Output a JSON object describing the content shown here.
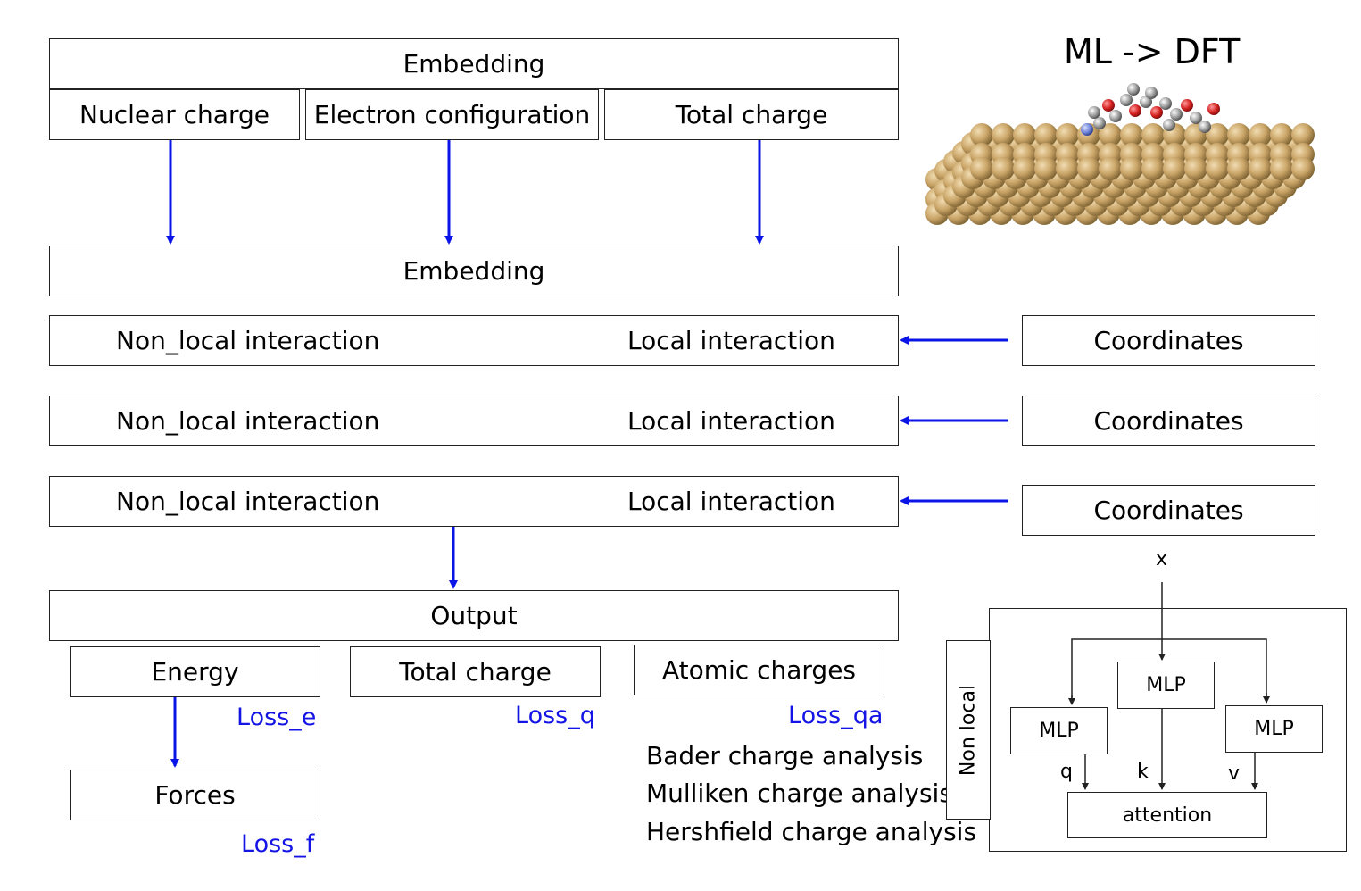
{
  "header": {
    "title": "ML -> DFT"
  },
  "top_embedding": {
    "label": "Embedding"
  },
  "inputs": [
    {
      "label": "Nuclear charge"
    },
    {
      "label": "Electron configuration"
    },
    {
      "label": "Total charge"
    }
  ],
  "embedding": {
    "label": "Embedding"
  },
  "interaction_layers": [
    {
      "non_local": "Non_local interaction",
      "local": "Local interaction",
      "coordinates": "Coordinates"
    },
    {
      "non_local": "Non_local interaction",
      "local": "Local interaction",
      "coordinates": "Coordinates"
    },
    {
      "non_local": "Non_local interaction",
      "local": "Local interaction",
      "coordinates": "Coordinates"
    }
  ],
  "output": {
    "label": "Output"
  },
  "outputs": [
    {
      "label": "Energy",
      "loss": "Loss_e"
    },
    {
      "label": "Total charge",
      "loss": "Loss_q"
    },
    {
      "label": "Atomic charges",
      "loss": "Loss_qa"
    }
  ],
  "forces": {
    "label": "Forces",
    "loss": "Loss_f"
  },
  "charge_methods": [
    "Bader charge analysis",
    "Mulliken charge analysis",
    "Hershfield charge analysis"
  ],
  "attention_block": {
    "side_label": "Non local",
    "input_label": "x",
    "mlp_center": "MLP",
    "mlp_left": "MLP",
    "mlp_right": "MLP",
    "q": "q",
    "k": "k",
    "v": "v",
    "attention": "attention"
  },
  "colors": {
    "arrow": "#0a14e6",
    "loss_text": "#1414e6",
    "gold_atom": "#c9a467",
    "oxygen": "#d42020",
    "carbon": "#9a9a9a",
    "nitrogen": "#6d82d9"
  }
}
